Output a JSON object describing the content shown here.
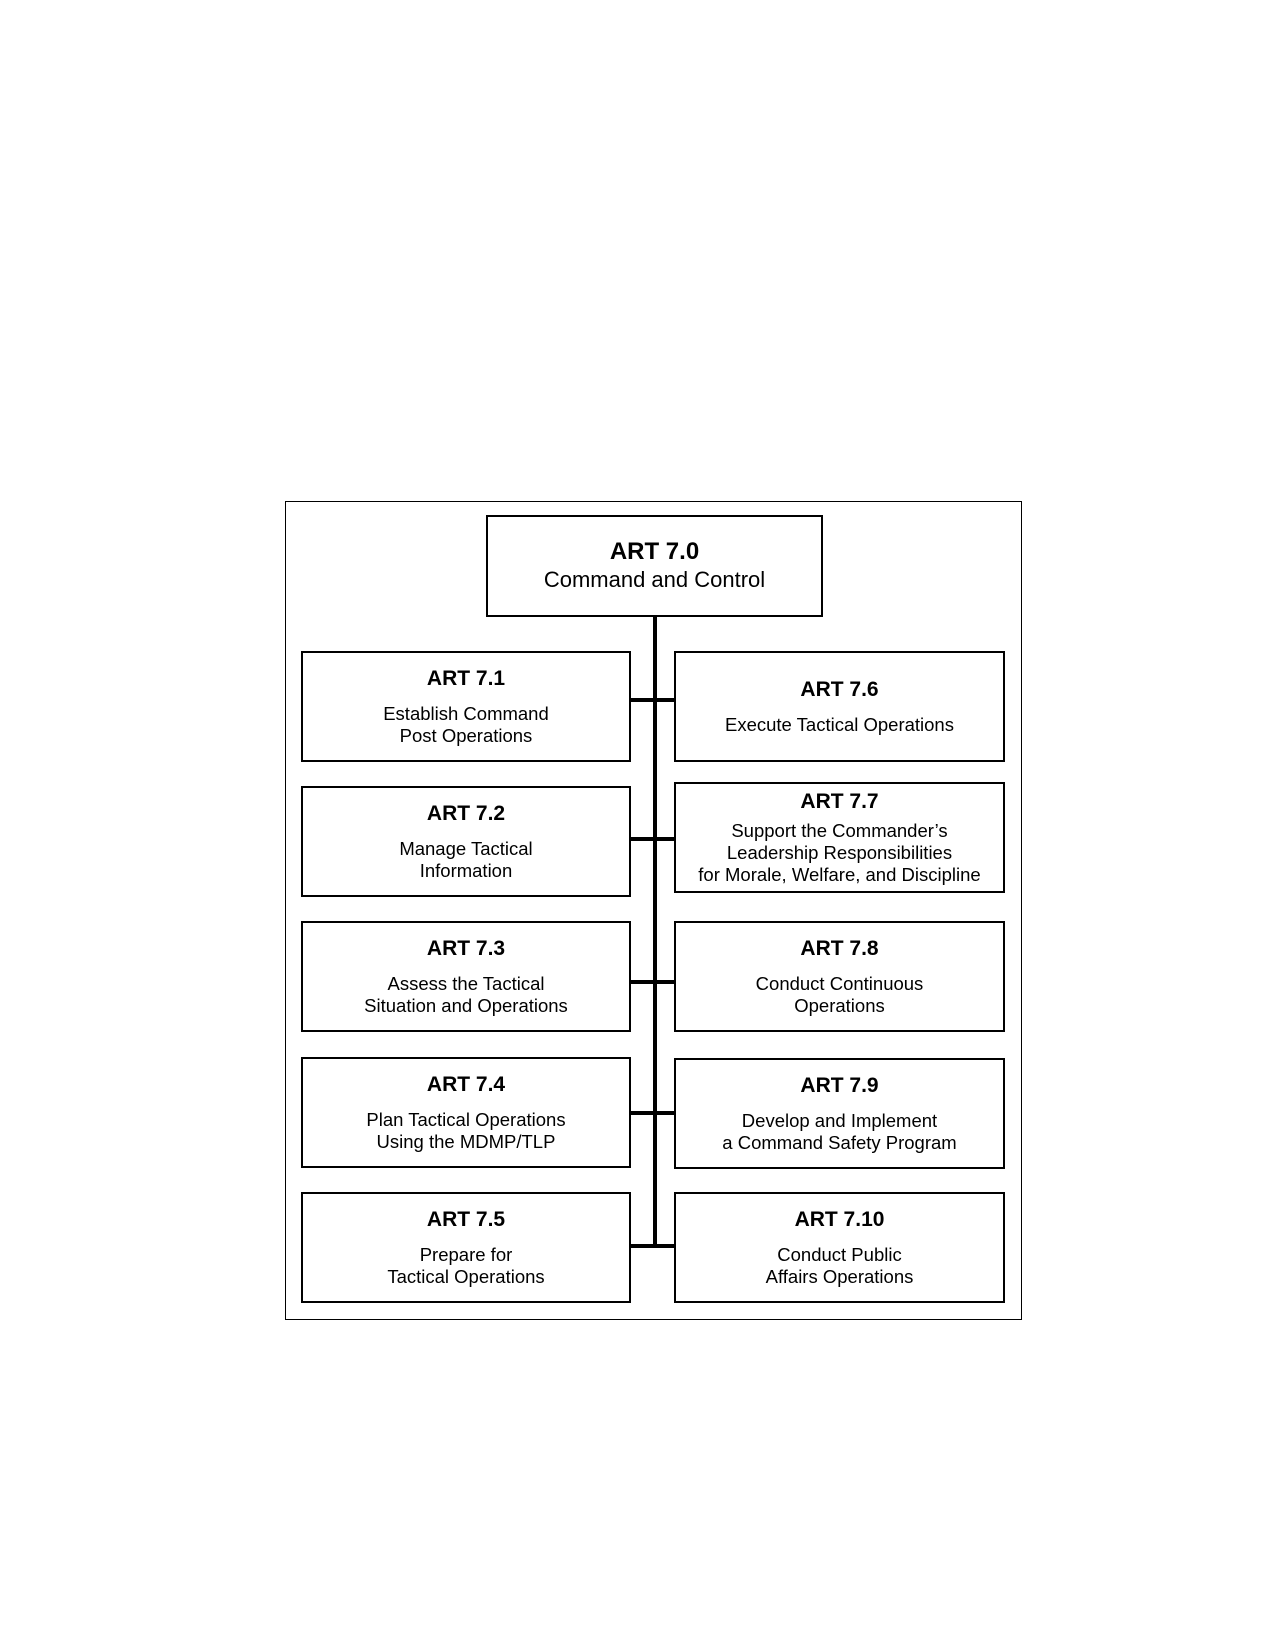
{
  "root": {
    "code": "ART 7.0",
    "title": "Command and Control"
  },
  "left": [
    {
      "code": "ART 7.1",
      "title": "Establish Command\nPost Operations"
    },
    {
      "code": "ART 7.2",
      "title": "Manage Tactical\nInformation"
    },
    {
      "code": "ART 7.3",
      "title": "Assess the Tactical\nSituation and Operations"
    },
    {
      "code": "ART 7.4",
      "title": "Plan Tactical Operations\nUsing the MDMP/TLP"
    },
    {
      "code": "ART 7.5",
      "title": "Prepare for\nTactical Operations"
    }
  ],
  "right": [
    {
      "code": "ART 7.6",
      "title": "Execute Tactical Operations"
    },
    {
      "code": "ART 7.7",
      "title": "Support the Commander’s\nLeadership Responsibilities\nfor Morale, Welfare, and Discipline"
    },
    {
      "code": "ART 7.8",
      "title": "Conduct Continuous\nOperations"
    },
    {
      "code": "ART 7.9",
      "title": "Develop and Implement\na Command Safety Program"
    },
    {
      "code": "ART 7.10",
      "title": "Conduct Public\nAffairs Operations"
    }
  ]
}
